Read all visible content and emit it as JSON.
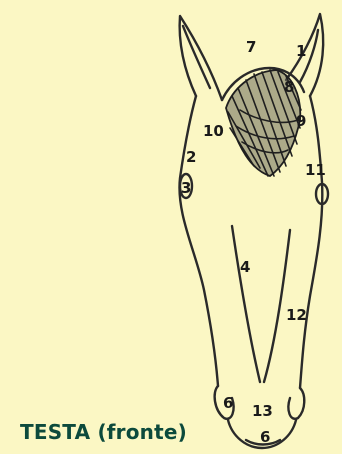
{
  "caption": "TESTA (fronte)",
  "colors": {
    "background": "#fbf7c4",
    "outline": "#2a2a2a",
    "caption": "#0c4a3c"
  },
  "region_labels": [
    "1",
    "2",
    "3",
    "4",
    "6",
    "7",
    "8",
    "9",
    "10",
    "11",
    "12",
    "13",
    "6"
  ]
}
